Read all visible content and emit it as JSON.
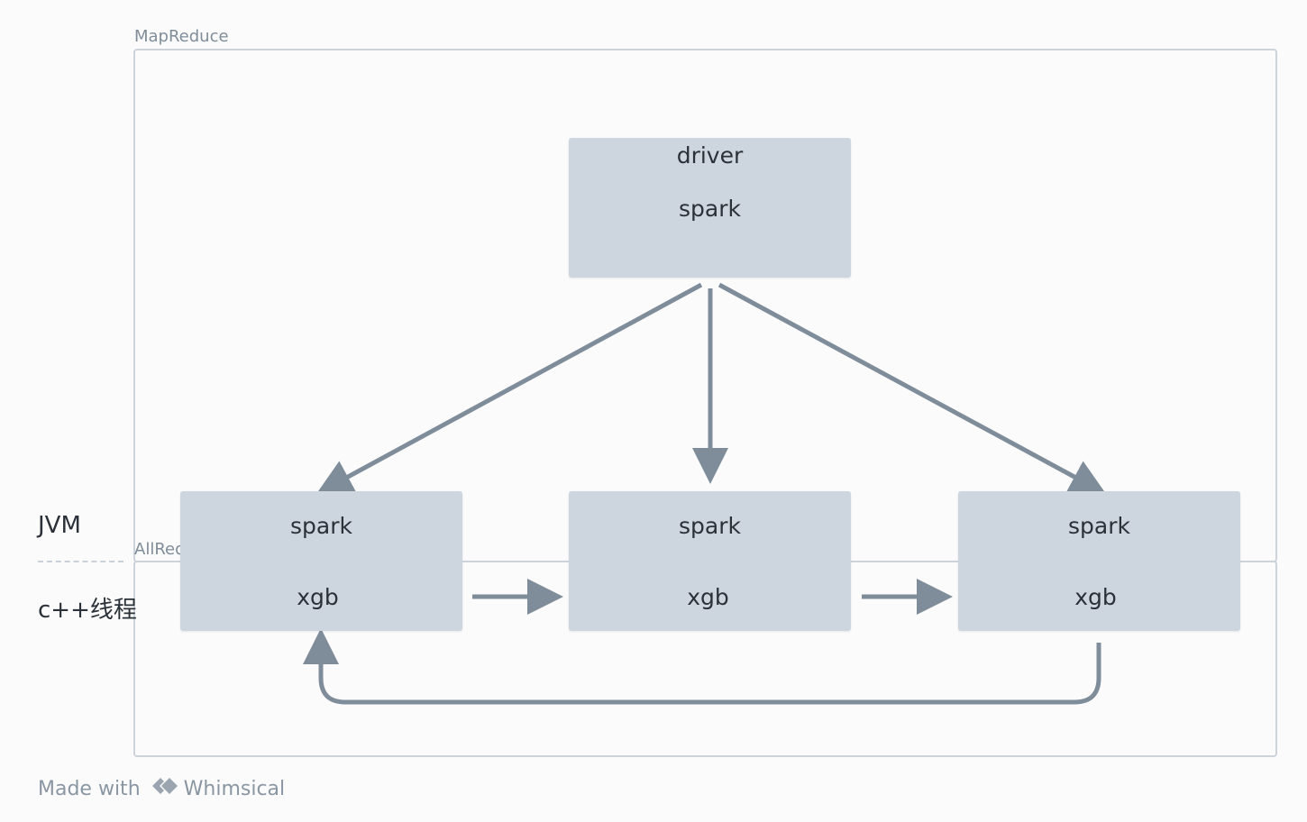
{
  "regions": {
    "mapreduce_label": "MapReduce",
    "allreduce_label": "AllReduce"
  },
  "side_labels": {
    "jvm": "JVM",
    "cpp_thread": "c++线程"
  },
  "nodes": {
    "driver": {
      "line1": "driver",
      "line2": "spark"
    },
    "worker1": {
      "line1": "spark",
      "line2": "xgb"
    },
    "worker2": {
      "line1": "spark",
      "line2": "xgb"
    },
    "worker3": {
      "line1": "spark",
      "line2": "xgb"
    }
  },
  "footer": {
    "made_with": "Made with",
    "brand": "Whimsical",
    "logo_icon": "whimsical-logo-icon"
  },
  "colors": {
    "node_fill": "#cdd6df",
    "region_border": "#ccd3da",
    "arrow": "#7f8d9a"
  }
}
